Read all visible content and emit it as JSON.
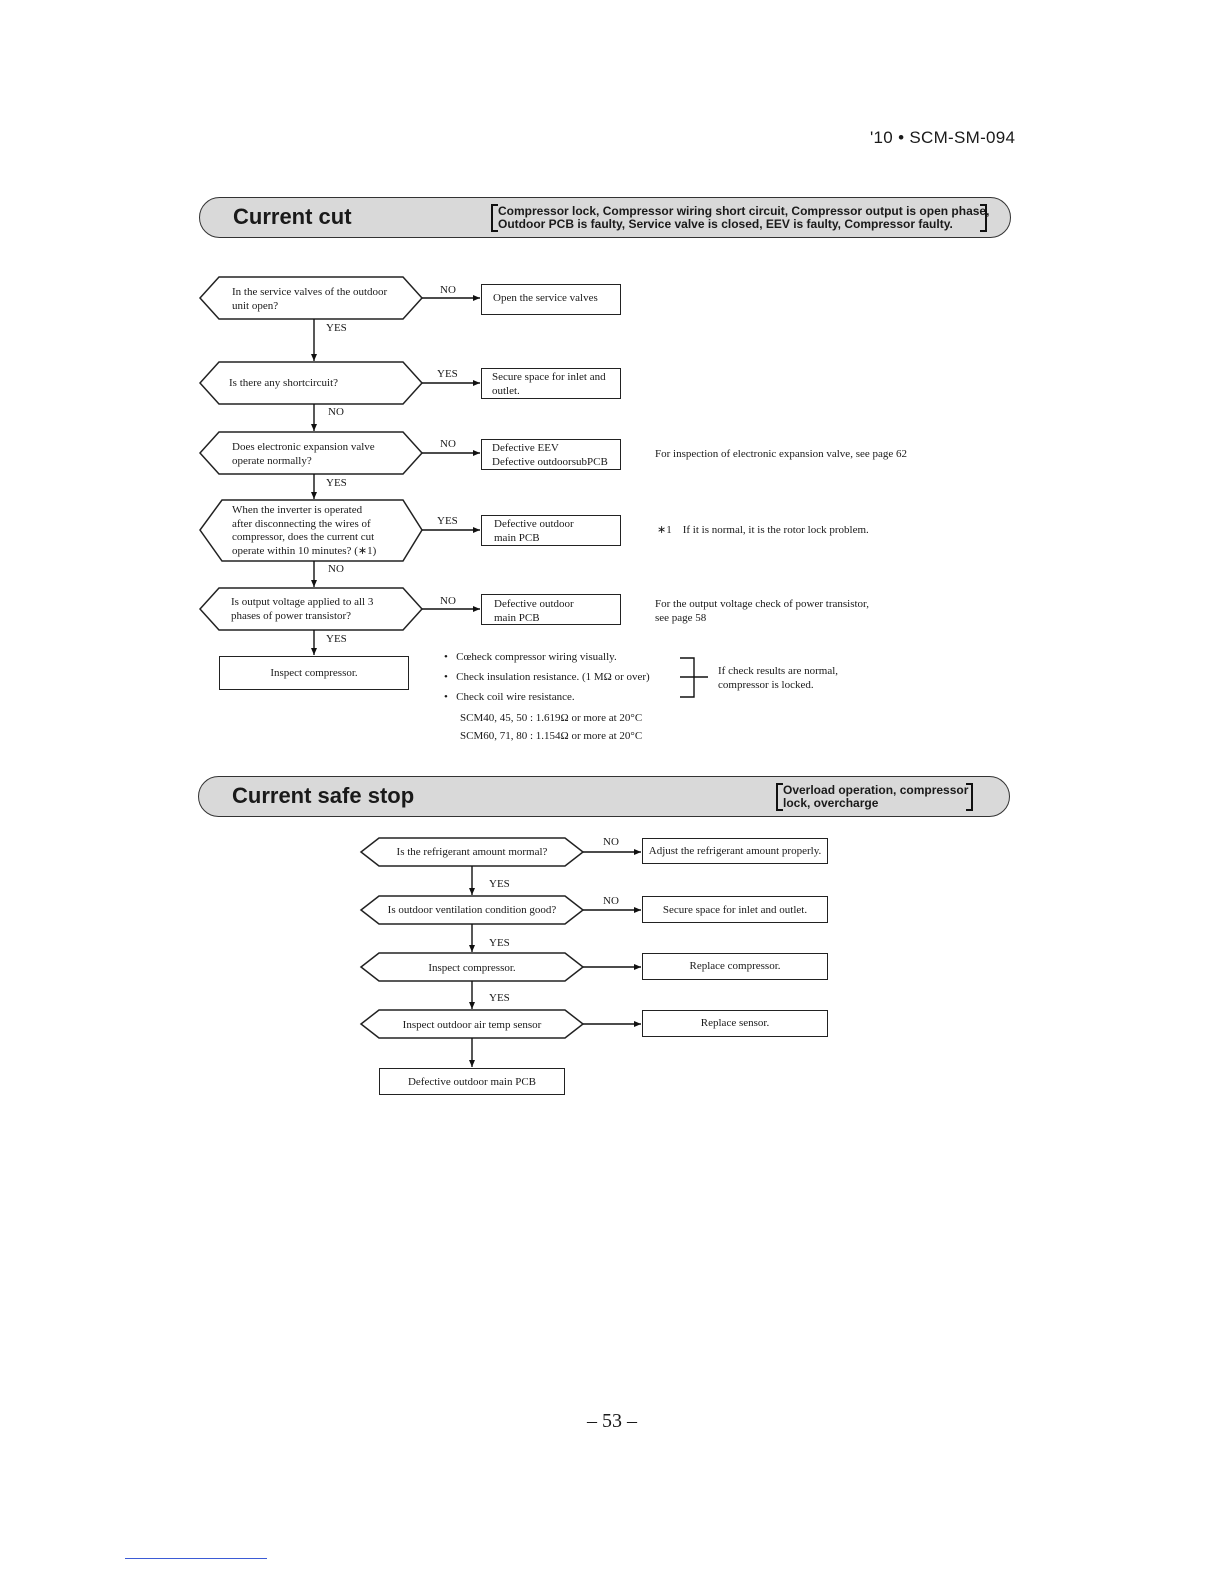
{
  "header": {
    "doc_code": "'10 • SCM-SM-094"
  },
  "section1": {
    "title": "Current cut",
    "causes_line1": "Compressor lock, Compressor wiring short circuit, Compressor output is open phase,",
    "causes_line2": "Outdoor PCB is faulty, Service valve is closed, EEV is faulty, Compressor faulty.",
    "q1": "In the service valves of the outdoor\nunit open?",
    "q2": "Is there any shortcircuit?",
    "q3": "Does electronic expansion valve\noperate normally?",
    "q4": "When the inverter is operated\nafter disconnecting the wires of\ncompressor, does the current cut\noperate within 10 minutes? (∗1)",
    "q5": "Is output voltage applied to all 3\nphases of power transistor?",
    "r1": "Open the service valves",
    "r2": "Secure space for inlet and\noutlet.",
    "r3": "Defective EEV\nDefective outdoorsubPCB",
    "r4": "Defective outdoor\nmain PCB",
    "r5": "Defective outdoor\nmain PCB",
    "final": "Inspect compressor.",
    "e1": "NO",
    "d1": "YES",
    "e2": "YES",
    "d2": "NO",
    "e3": "NO",
    "d3": "YES",
    "e4": "YES",
    "d4": "NO",
    "e5": "NO",
    "d5": "YES",
    "note3": "For inspection of electronic expansion valve, see page 62",
    "note4": "∗1    If it is normal, it is the rotor lock problem.",
    "note5": "For the output voltage check of power transistor,\nsee page 58",
    "checks": [
      "Cœheck compressor wiring visually.",
      "Check insulation resistance. (1 MΩ or over)",
      "Check coil wire resistance."
    ],
    "spec1": "SCM40, 45, 50 : 1.619Ω or more at 20°C",
    "spec2": "SCM60, 71, 80 : 1.154Ω or more at 20°C",
    "result": "If check results are normal,\ncompressor is locked."
  },
  "section2": {
    "title": "Current safe stop",
    "causes_line1": "Overload operation, compressor",
    "causes_line2": "lock, overcharge",
    "q1": "Is the refrigerant amount mormal?",
    "q2": "Is outdoor ventilation condition good?",
    "q3": "Inspect compressor.",
    "q4": "Inspect outdoor air temp sensor",
    "r1": "Adjust the refrigerant amount properly.",
    "r2": "Secure space for inlet and outlet.",
    "r3": "Replace compressor.",
    "r4": "Replace sensor.",
    "final": "Defective outdoor main PCB",
    "e1": "NO",
    "e2": "NO",
    "d1": "YES",
    "d2": "YES",
    "d3": "YES"
  },
  "footer": {
    "page": "– 53 –"
  }
}
